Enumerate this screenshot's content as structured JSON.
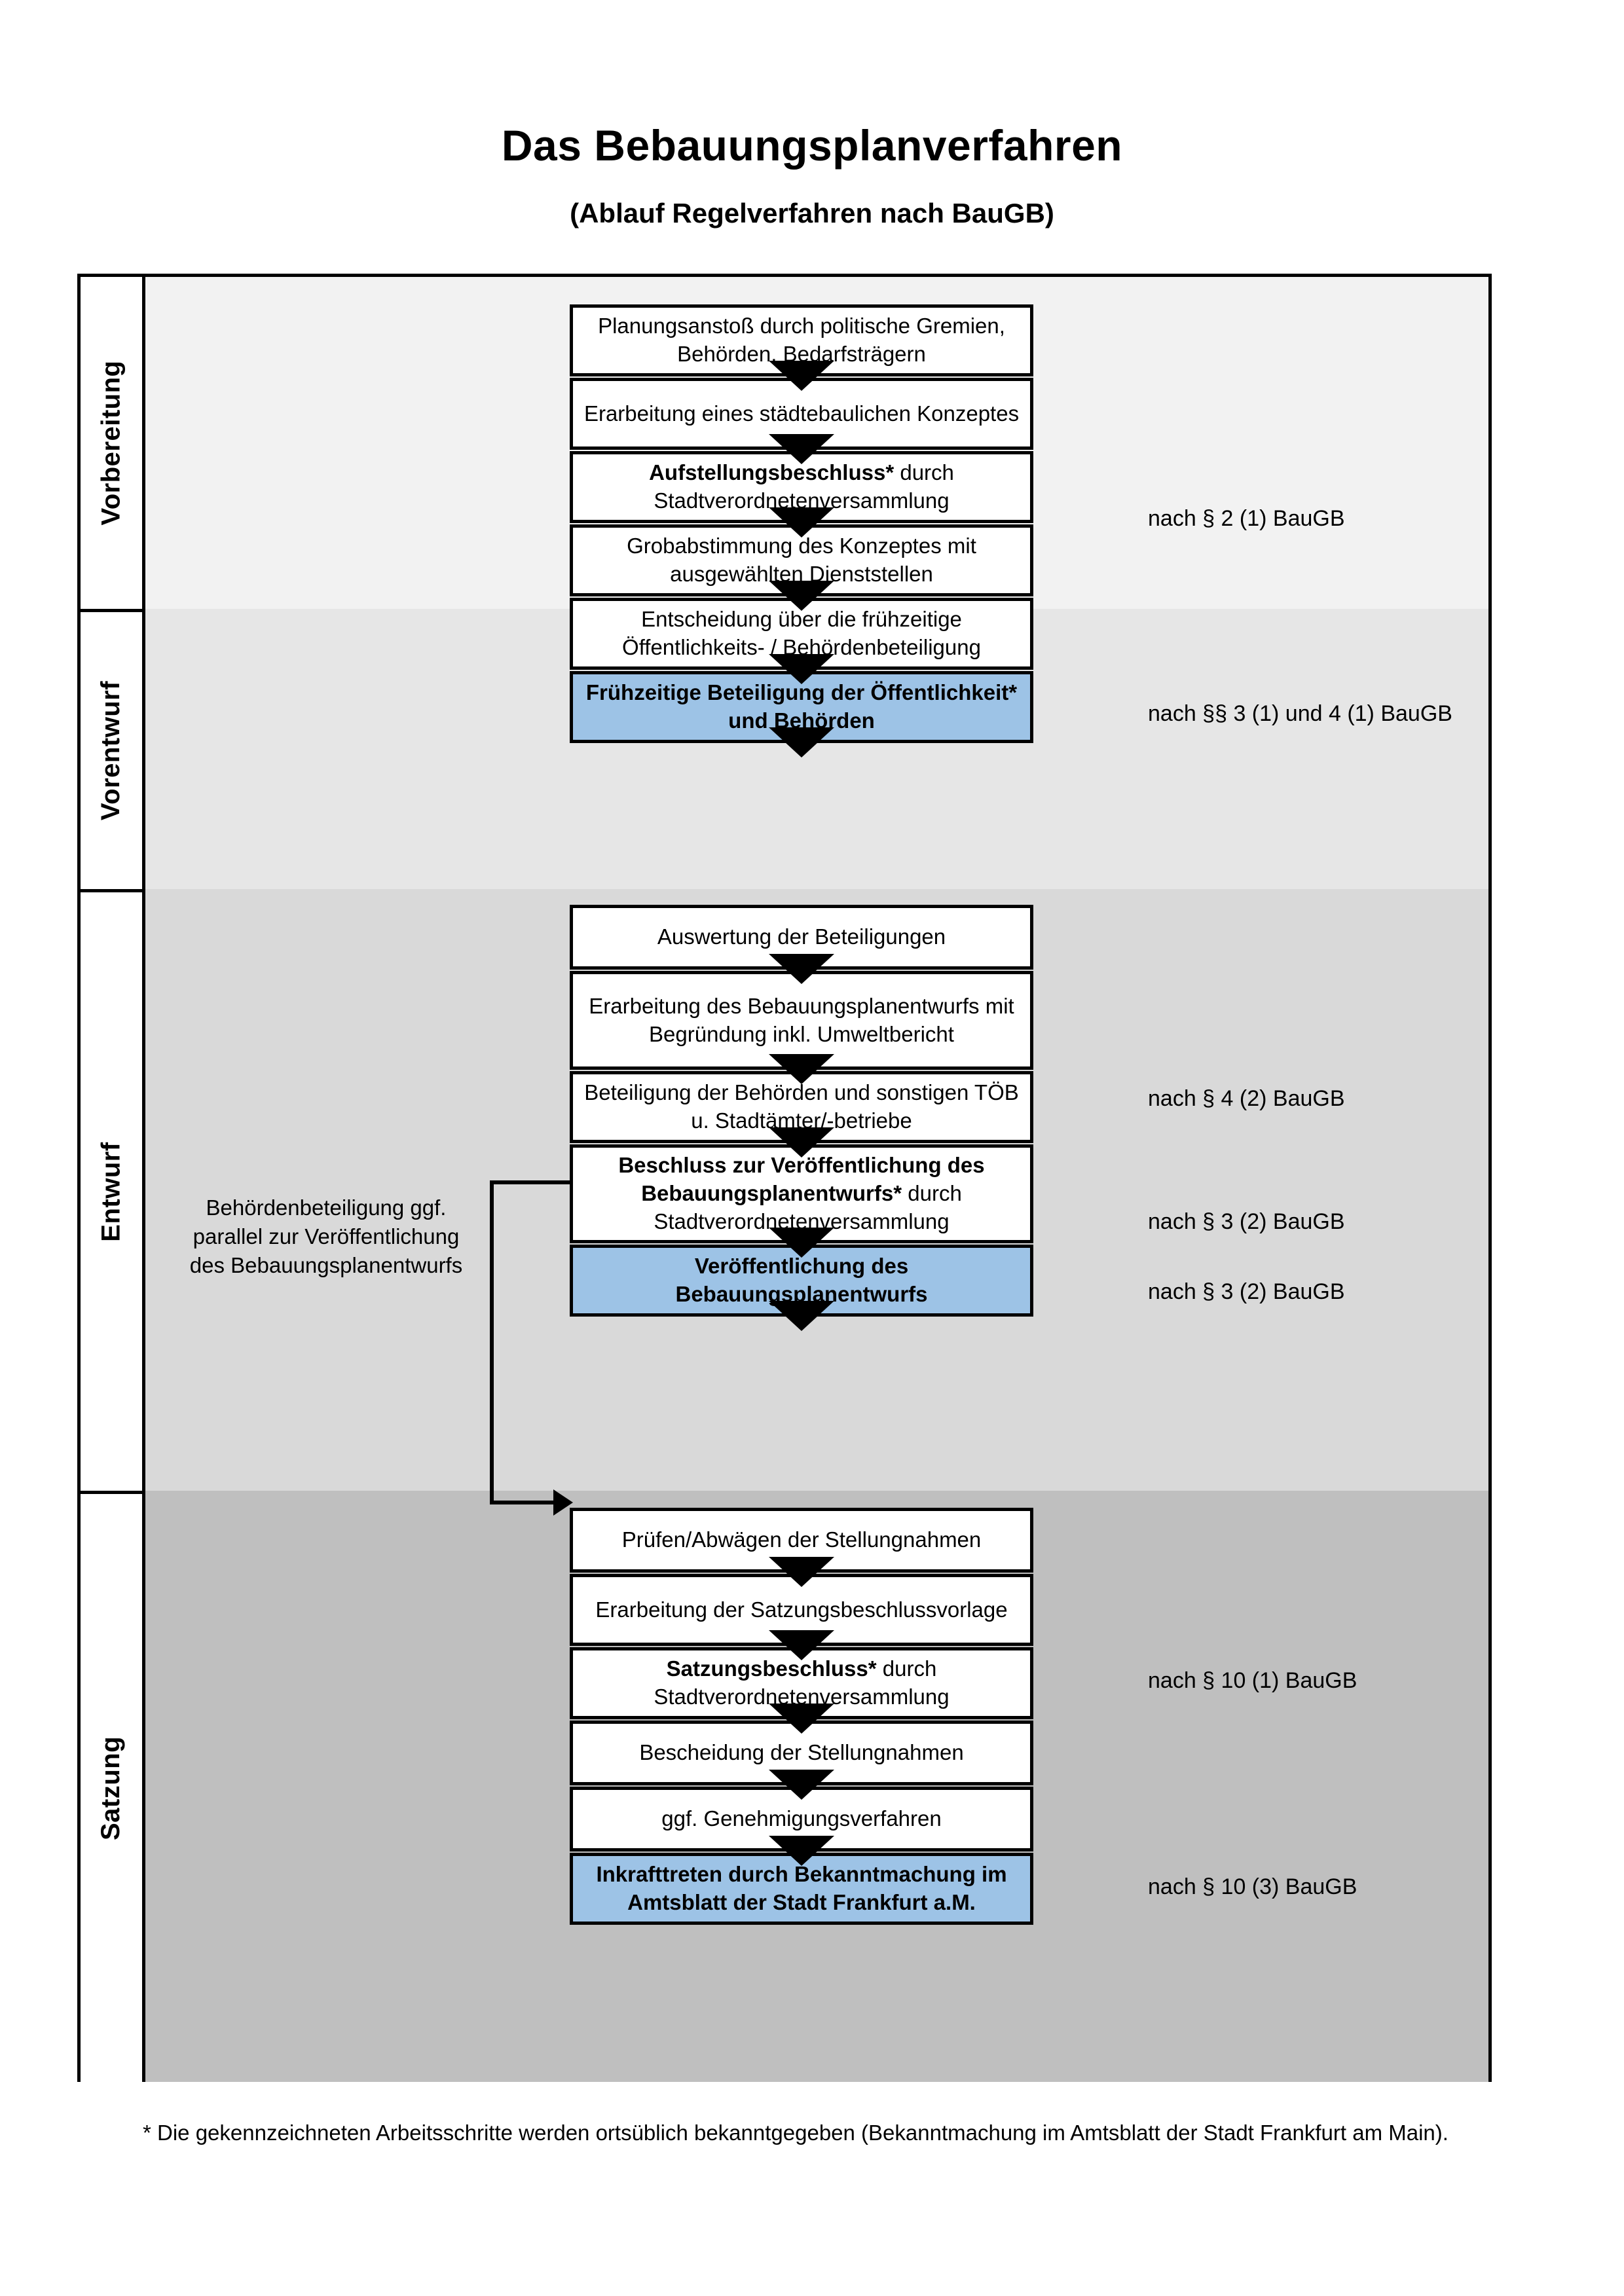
{
  "header": {
    "title": "Das Bebauungsplanverfahren",
    "subtitle": "(Ablauf Regelverfahren nach BauGB)"
  },
  "colors": {
    "highlight_blue": "#9dc3e6",
    "band_vorbereitung": "#f2f2f2",
    "band_vorentwurf": "#e6e6e6",
    "band_entwurf": "#d9d9d9",
    "band_satzung": "#bfbfbf",
    "border": "#000000"
  },
  "phases": [
    {
      "label": "Vorbereitung"
    },
    {
      "label": "Vorentwurf"
    },
    {
      "label": "Entwurf"
    },
    {
      "label": "Satzung"
    }
  ],
  "steps": [
    {
      "id": "planungsanstoss",
      "text": "Planungsanstoß durch politische Gremien, Behörden, Bedarfsträgern",
      "bold_prefix": "",
      "highlight": false
    },
    {
      "id": "konzept",
      "text": "Erarbeitung eines städtebaulichen Konzeptes",
      "bold_prefix": "",
      "highlight": false
    },
    {
      "id": "aufstellungsbeschluss",
      "text": " durch Stadtverordnetenversammlung",
      "bold_prefix": "Aufstellungsbeschluss*",
      "highlight": false
    },
    {
      "id": "grobabstimmung",
      "text": "Grobabstimmung des Konzeptes mit ausgewählten Dienststellen",
      "bold_prefix": "",
      "highlight": false
    },
    {
      "id": "entscheidung",
      "text": "Entscheidung über die frühzeitige Öffentlichkeits- / Behördenbeteiligung",
      "bold_prefix": "",
      "highlight": false
    },
    {
      "id": "fruehzeitige-beteiligung",
      "text": "Frühzeitige Beteiligung der Öffentlichkeit* und Behörden",
      "bold_prefix": "",
      "highlight": true
    },
    {
      "id": "auswertung",
      "text": "Auswertung der Beteiligungen",
      "bold_prefix": "",
      "highlight": false
    },
    {
      "id": "erarbeitung-entwurf",
      "text": "Erarbeitung des Bebauungsplanentwurfs mit Begründung inkl. Umweltbericht",
      "bold_prefix": "",
      "highlight": false
    },
    {
      "id": "beteiligung-behoerden",
      "text": "Beteiligung der Behörden und sonstigen TÖB u. Stadtämter/-betriebe",
      "bold_prefix": "",
      "highlight": false
    },
    {
      "id": "beschluss-veroeffentlichung",
      "text": " durch Stadtverordnetenversammlung",
      "bold_prefix": "Beschluss zur Veröffentlichung des Bebauungsplanentwurfs*",
      "highlight": false
    },
    {
      "id": "veroeffentlichung",
      "text": "Veröffentlichung des Bebauungsplanentwurfs",
      "bold_prefix": "",
      "highlight": true
    },
    {
      "id": "pruefen-abwaegen",
      "text": "Prüfen/Abwägen der Stellungnahmen",
      "bold_prefix": "",
      "highlight": false
    },
    {
      "id": "satzungsvorlage",
      "text": "Erarbeitung der Satzungsbeschlussvorlage",
      "bold_prefix": "",
      "highlight": false
    },
    {
      "id": "satzungsbeschluss",
      "text": " durch Stadtverordnetenversammlung",
      "bold_prefix": "Satzungsbeschluss*",
      "highlight": false
    },
    {
      "id": "bescheidung",
      "text": "Bescheidung der Stellungnahmen",
      "bold_prefix": "",
      "highlight": false
    },
    {
      "id": "genehmigungsverfahren",
      "text": "ggf. Genehmigungsverfahren",
      "bold_prefix": "",
      "highlight": false
    },
    {
      "id": "inkrafttreten",
      "text": " durch Bekanntmachung im Amtsblatt der Stadt Frankfurt a.M.",
      "bold_prefix": "Inkrafttreten",
      "highlight": true
    }
  ],
  "side_note": {
    "text": "Behördenbeteiligung ggf. parallel zur Veröffentlichung des Bebauungsplanentwurfs"
  },
  "legal_refs": [
    {
      "id": "ref-2-1",
      "text": "nach § 2 (1) BauGB"
    },
    {
      "id": "ref-3-1-4-1",
      "text": "nach §§ 3 (1) und 4 (1) BauGB"
    },
    {
      "id": "ref-4-2",
      "text": "nach § 4 (2) BauGB"
    },
    {
      "id": "ref-3-2a",
      "text": "nach § 3 (2) BauGB"
    },
    {
      "id": "ref-3-2b",
      "text": "nach § 3 (2) BauGB"
    },
    {
      "id": "ref-10-1",
      "text": "nach § 10 (1) BauGB"
    },
    {
      "id": "ref-10-3",
      "text": "nach § 10 (3) BauGB"
    }
  ],
  "footnote": {
    "text": "* Die gekennzeichneten Arbeitsschritte werden ortsüblich bekanntgegeben (Bekanntmachung im Amtsblatt  der Stadt Frankfurt am Main)."
  }
}
